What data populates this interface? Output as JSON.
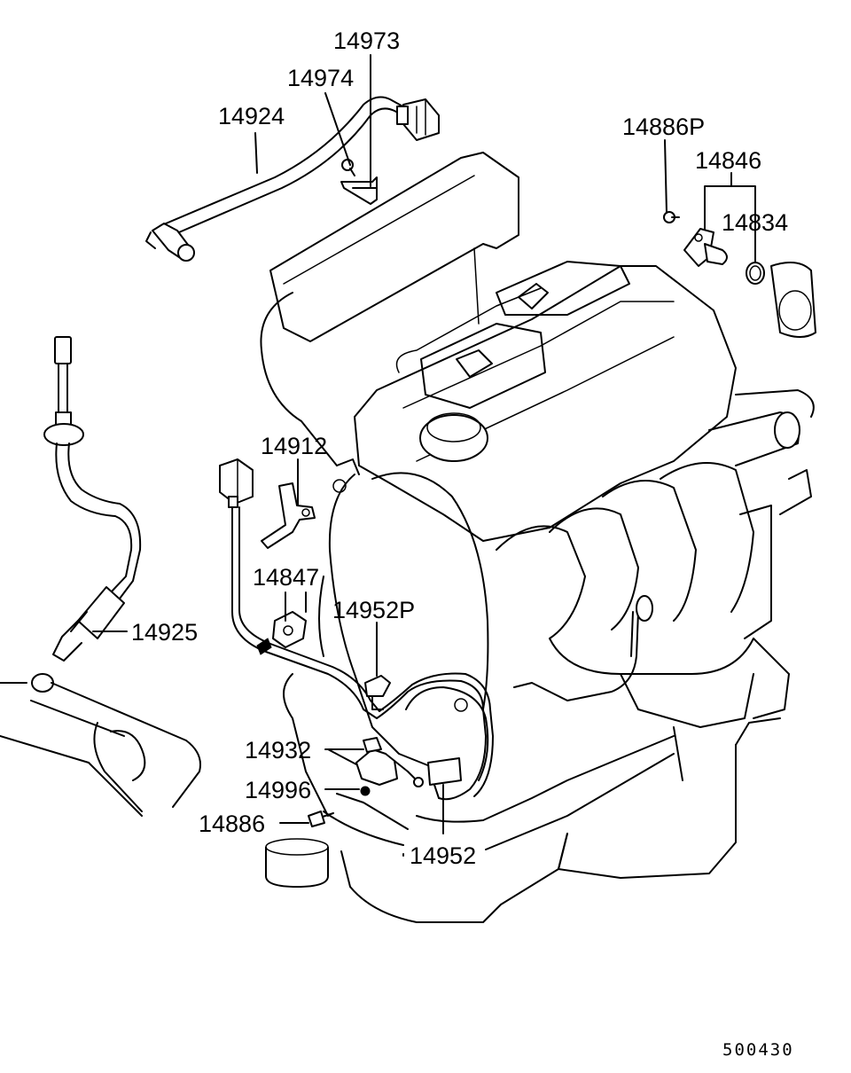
{
  "diagram": {
    "reference_number": "500430",
    "callouts": [
      {
        "id": "14973",
        "label": "14973"
      },
      {
        "id": "14974",
        "label": "14974"
      },
      {
        "id": "14924",
        "label": "14924"
      },
      {
        "id": "14886P",
        "label": "14886P"
      },
      {
        "id": "14846",
        "label": "14846"
      },
      {
        "id": "14834",
        "label": "14834"
      },
      {
        "id": "14912",
        "label": "14912"
      },
      {
        "id": "14847",
        "label": "14847"
      },
      {
        "id": "14952P",
        "label": "14952P"
      },
      {
        "id": "14925",
        "label": "14925"
      },
      {
        "id": "14932",
        "label": "14932"
      },
      {
        "id": "14996",
        "label": "14996"
      },
      {
        "id": "14886",
        "label": "14886"
      },
      {
        "id": "14952",
        "label": "14952"
      }
    ]
  }
}
